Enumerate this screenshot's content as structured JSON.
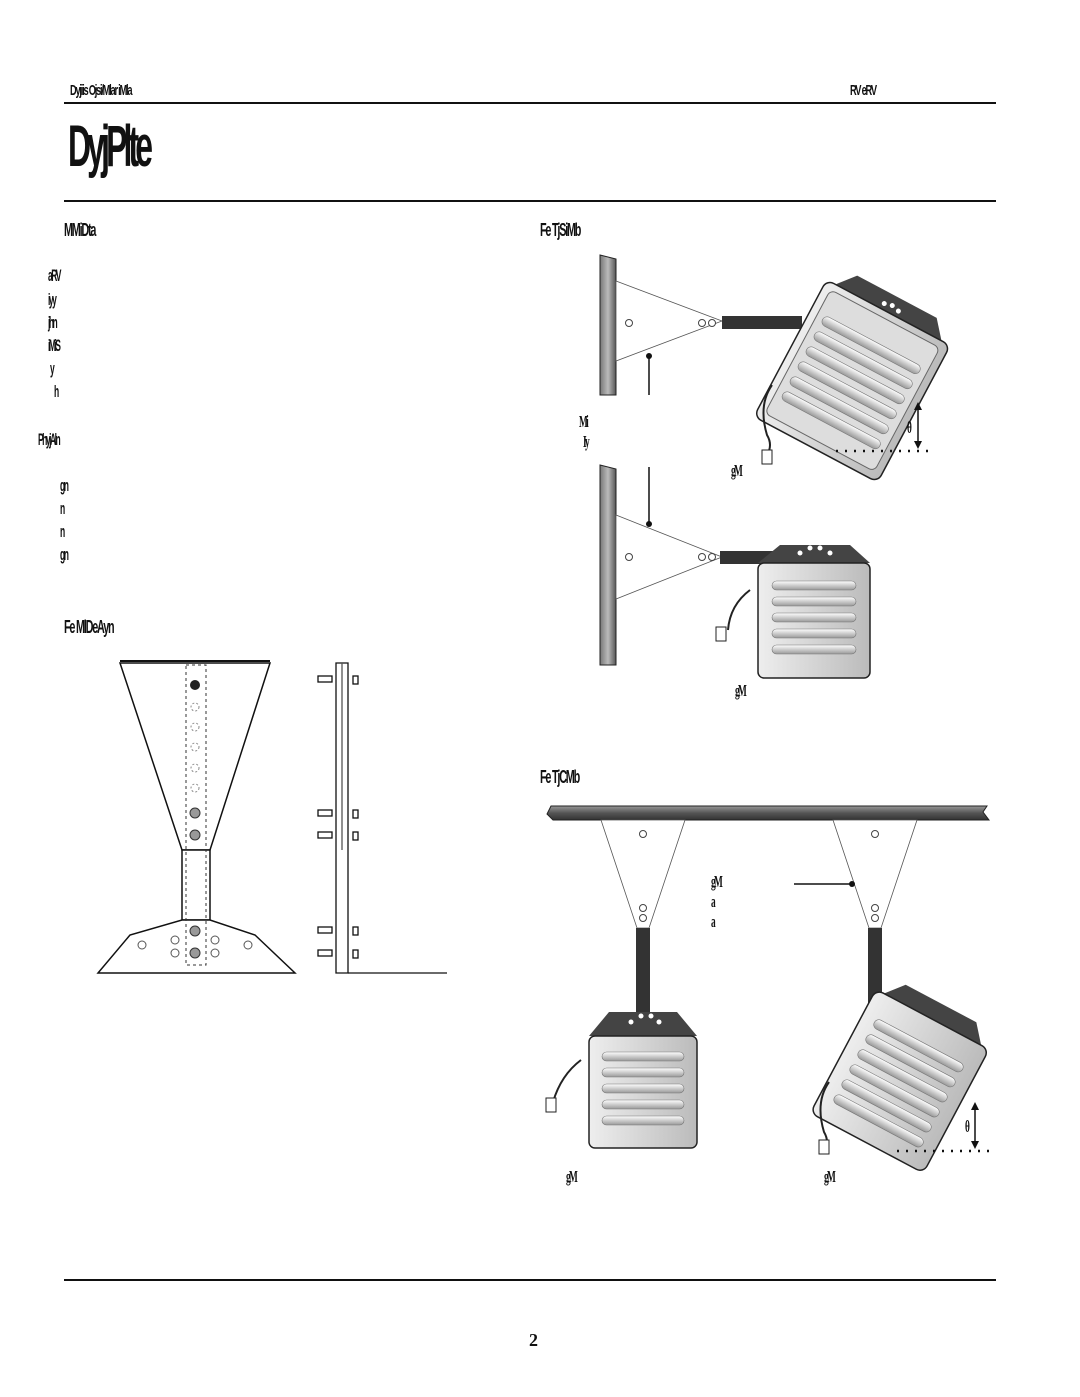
{
  "header": {
    "left": "Dyjiis Ojsi/Mlar iMla",
    "right": "RV eRV"
  },
  "title": "DyjPlte",
  "left_column": {
    "heading": "MMiDta",
    "items_a": [
      "aRV",
      "iyy",
      "jhn",
      "iMiS",
      "y",
      "h"
    ],
    "note": "PhyjAln",
    "items_b": [
      "gn",
      "n",
      "n",
      "gn"
    ],
    "figure_caption": "Fe MlDeAyn"
  },
  "right_column": {
    "fig_wall_caption": "Fe TjSiMb",
    "fig_wall_labels": {
      "bracket_label_1": "Mi",
      "bracket_label_2": "Iy",
      "theta": "θ",
      "heater_label_top": "gM",
      "heater_label_bottom": "gM"
    },
    "fig_ceiling_caption": "Fe TjCMb",
    "fig_ceiling_labels": {
      "mount_label_1": "gM",
      "mount_label_2": "a",
      "mount_label_3": "a",
      "theta": "θ",
      "heater_left_label": "gM",
      "heater_right_label": "gM"
    }
  },
  "footer": {
    "page_number": "2"
  }
}
